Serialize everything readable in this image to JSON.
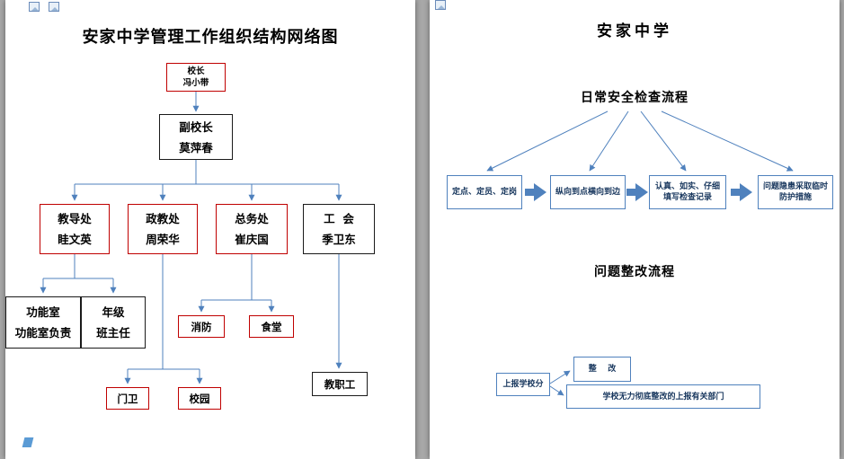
{
  "pages": {
    "left": {
      "title": "安家中学管理工作组织结构网络图",
      "org_chart": {
        "principal": {
          "title": "校长",
          "name": "冯小带"
        },
        "vice_principal": {
          "title": "副校长",
          "name": "莫萍春"
        },
        "departments": [
          {
            "title": "教导处",
            "name": "眭文英"
          },
          {
            "title": "政教处",
            "name": "周荣华"
          },
          {
            "title": "总务处",
            "name": "崔庆国"
          },
          {
            "title": "工  会",
            "name": "季卫东"
          }
        ],
        "sub_units": {
          "function_room": {
            "line1": "功能室",
            "line2": "功能室负责"
          },
          "grade": {
            "line1": "年级",
            "line2": "班主任"
          },
          "fire": "消防",
          "canteen": "食堂",
          "gate": "门卫",
          "campus": "校园",
          "staff": "教职工"
        }
      }
    },
    "right": {
      "title": "安家中学",
      "inspection_flow": {
        "title": "日常安全检查流程",
        "steps": [
          "定点、定员、定岗",
          "纵向到点横向到边",
          "认真、如实、仔细填写检查记录",
          "问题隐患采取临时防护措施"
        ]
      },
      "rectification_flow": {
        "title": "问题整改流程",
        "start": "上报学校分",
        "branch1": "整    改",
        "branch2": "学校无力彻底整改的上报有关部门"
      }
    }
  },
  "colors": {
    "accent_blue": "#4f81bd",
    "box_red": "#c00000",
    "box_black": "#1a1a1a",
    "page_bg": "#ffffff",
    "desk_bg": "#a8a8a8"
  }
}
